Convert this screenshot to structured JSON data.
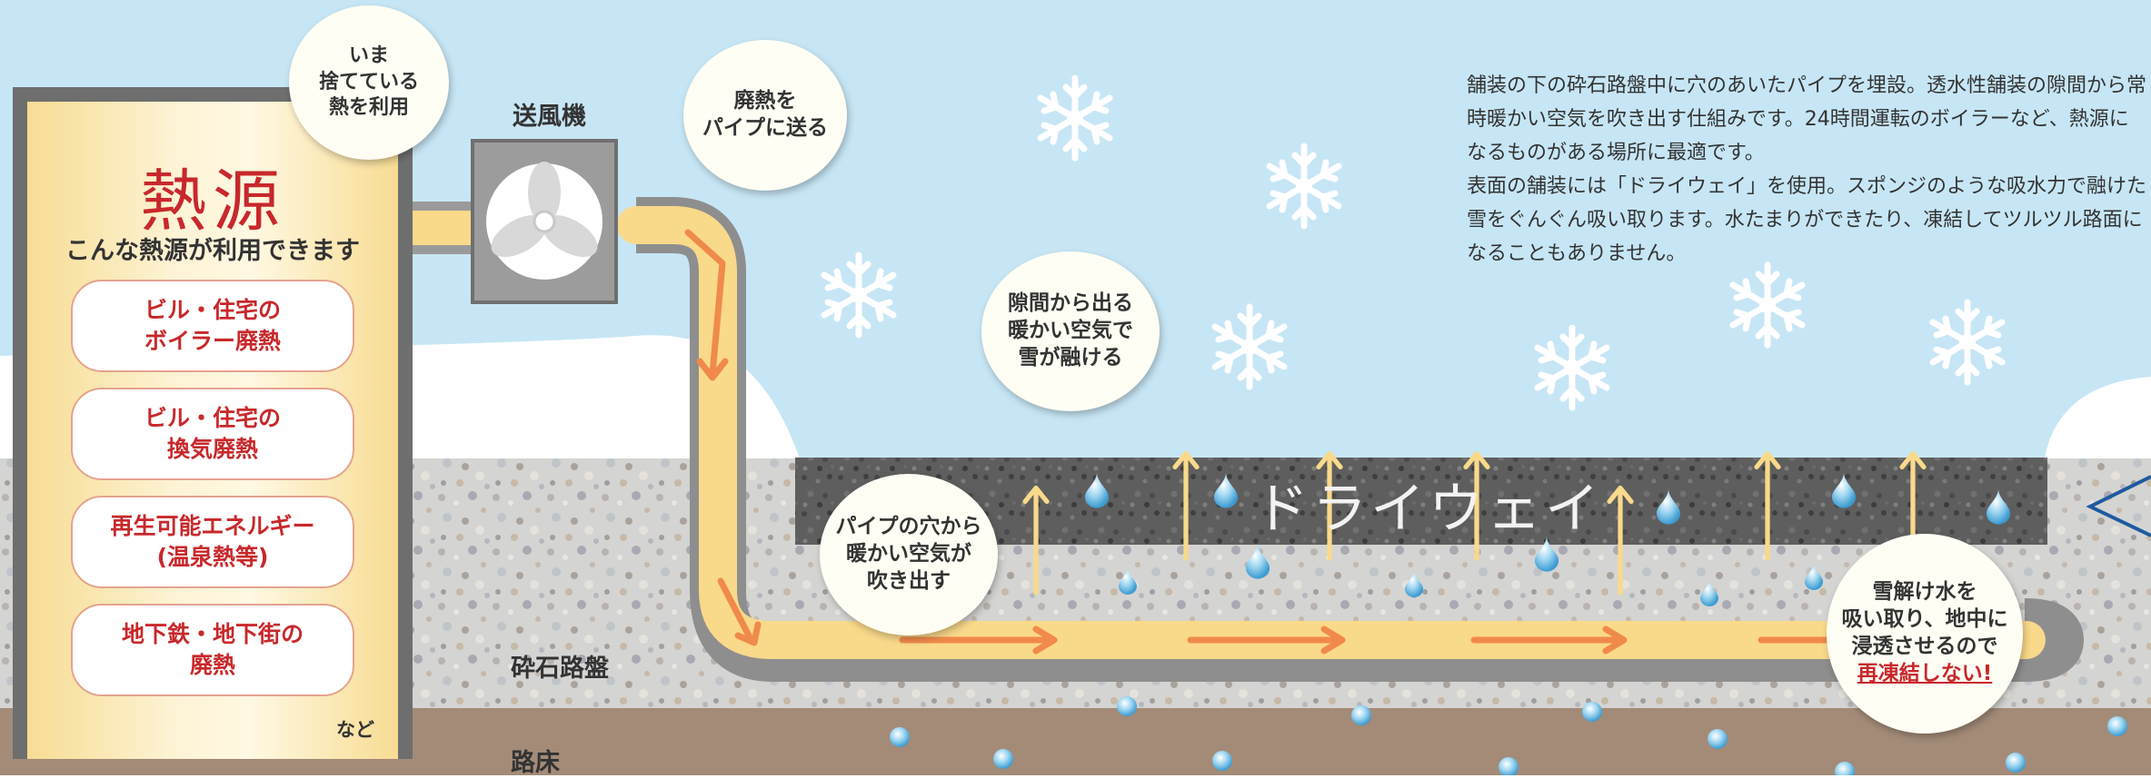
{
  "bubble_top": [
    "いま",
    "捨てている",
    "熱を利用"
  ],
  "fan_label": "送風機",
  "bubble_pipe": [
    "廃熱を",
    "パイプに送る"
  ],
  "bubble_gap": [
    "隙間から出る",
    "暖かい空気で",
    "雪が融ける"
  ],
  "bubble_hole": [
    "パイプの穴から",
    "暖かい空気が",
    "吹き出す"
  ],
  "bubble_water": {
    "lines": [
      "雪解け水を",
      "吸い取り、地中に",
      "浸透させるので"
    ],
    "emphasis": "再凍結しない!"
  },
  "panel": {
    "title": "熱源",
    "subtitle": "こんな熱源が利用できます",
    "sources": [
      {
        "lines": [
          "ビル・住宅の",
          "ボイラー廃熱"
        ]
      },
      {
        "lines": [
          "ビル・住宅の",
          "換気廃熱"
        ]
      },
      {
        "lines": [
          "再生可能エネルギー",
          "(温泉熱等)"
        ]
      },
      {
        "lines": [
          "地下鉄・地下街の",
          "廃熱"
        ]
      }
    ],
    "etc": "など"
  },
  "layers": {
    "surface": "ドライウェイ",
    "gravel": "砕石路盤",
    "subgrade": "路床"
  },
  "description": {
    "p1": "舗装の下の砕石路盤中に穴のあいたパイプを埋設。透水性舗装の隙間から常時暖かい空気を吹き出す仕組みです。24時間運転のボイラーなど、熱源になるものがある場所に最適です。",
    "p2": "表面の舗装には「ドライウェイ」を使用。スポンジのような吸水力で融けた雪をぐんぐん吸い取ります。水たまりができたり、凍結してツルツル路面になることもありません。"
  },
  "colors": {
    "sky": "#c7e6f5",
    "gravel": "#cfcfcf",
    "asphalt": "#5a5a5a",
    "soil": "#a38b78",
    "pipe": "#f9d98a",
    "arrow": "#f08a4b",
    "heat_red": "#c8282b"
  }
}
